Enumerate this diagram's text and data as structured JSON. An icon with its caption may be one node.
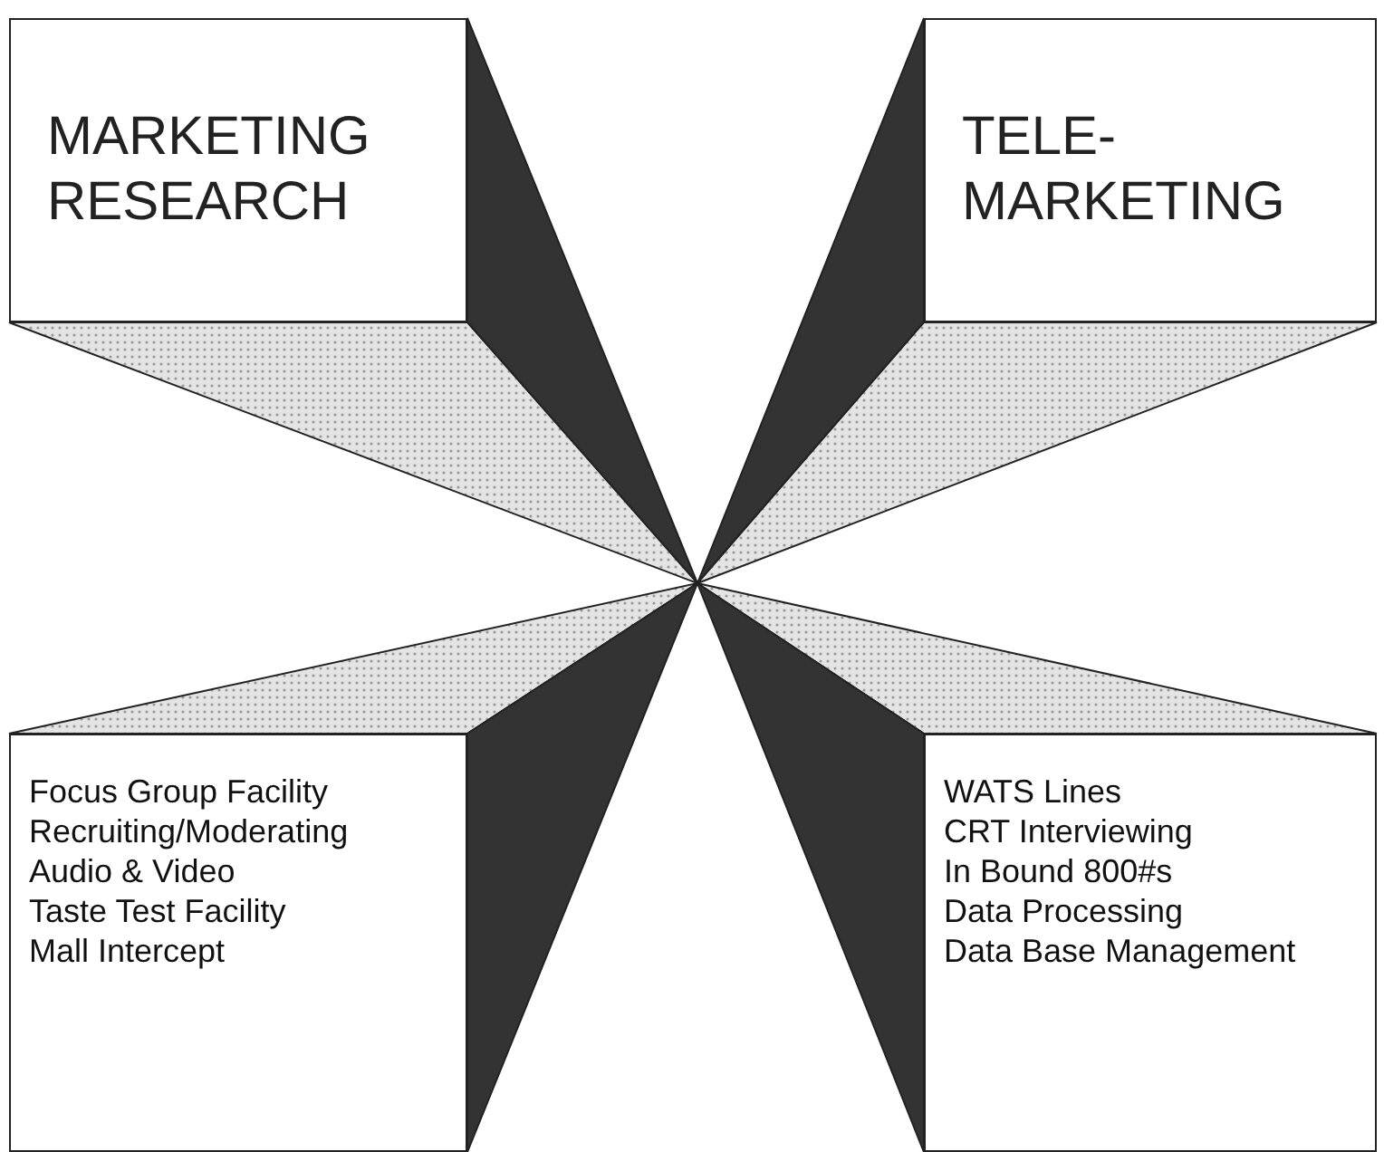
{
  "diagram": {
    "nodes": [
      {
        "text": [
          "MARKETING RESEARCH"
        ]
      },
      {
        "text": [
          "TELE- MARKETING"
        ]
      },
      {
        "text": [
          "Focus Group Facility",
          "Recruiting/Moderating",
          "Audio & Video",
          "Taste Test Facility",
          "Mall Intercept"
        ]
      },
      {
        "text": [
          "WATS Lines",
          "CRT Interviewing",
          "In Bound 800#s",
          "Data Processing",
          "Data Base Management"
        ]
      }
    ]
  }
}
